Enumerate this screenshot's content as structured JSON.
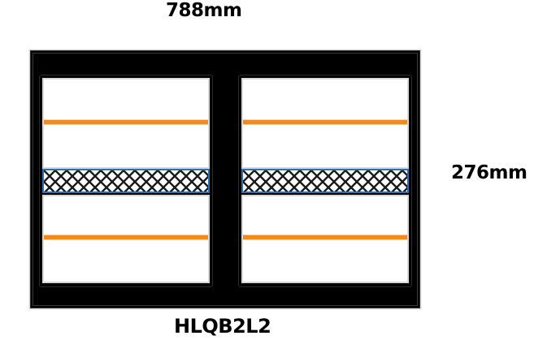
{
  "diagram": {
    "width_label": "788mm",
    "height_label": "276mm",
    "model_label": "HLQB2L2",
    "colors": {
      "frame": "#000000",
      "pane": "#ffffff",
      "accent_bar": "#f28a1e",
      "mesh_border": "#2f6db5",
      "mesh_pattern": "#1e1e1e"
    },
    "panels": [
      {
        "position": "left",
        "sections": [
          "pane-top",
          "mesh-strip",
          "pane-bottom"
        ],
        "orange_bars": 2
      },
      {
        "position": "right",
        "sections": [
          "pane-top",
          "mesh-strip",
          "pane-bottom"
        ],
        "orange_bars": 2
      }
    ]
  }
}
